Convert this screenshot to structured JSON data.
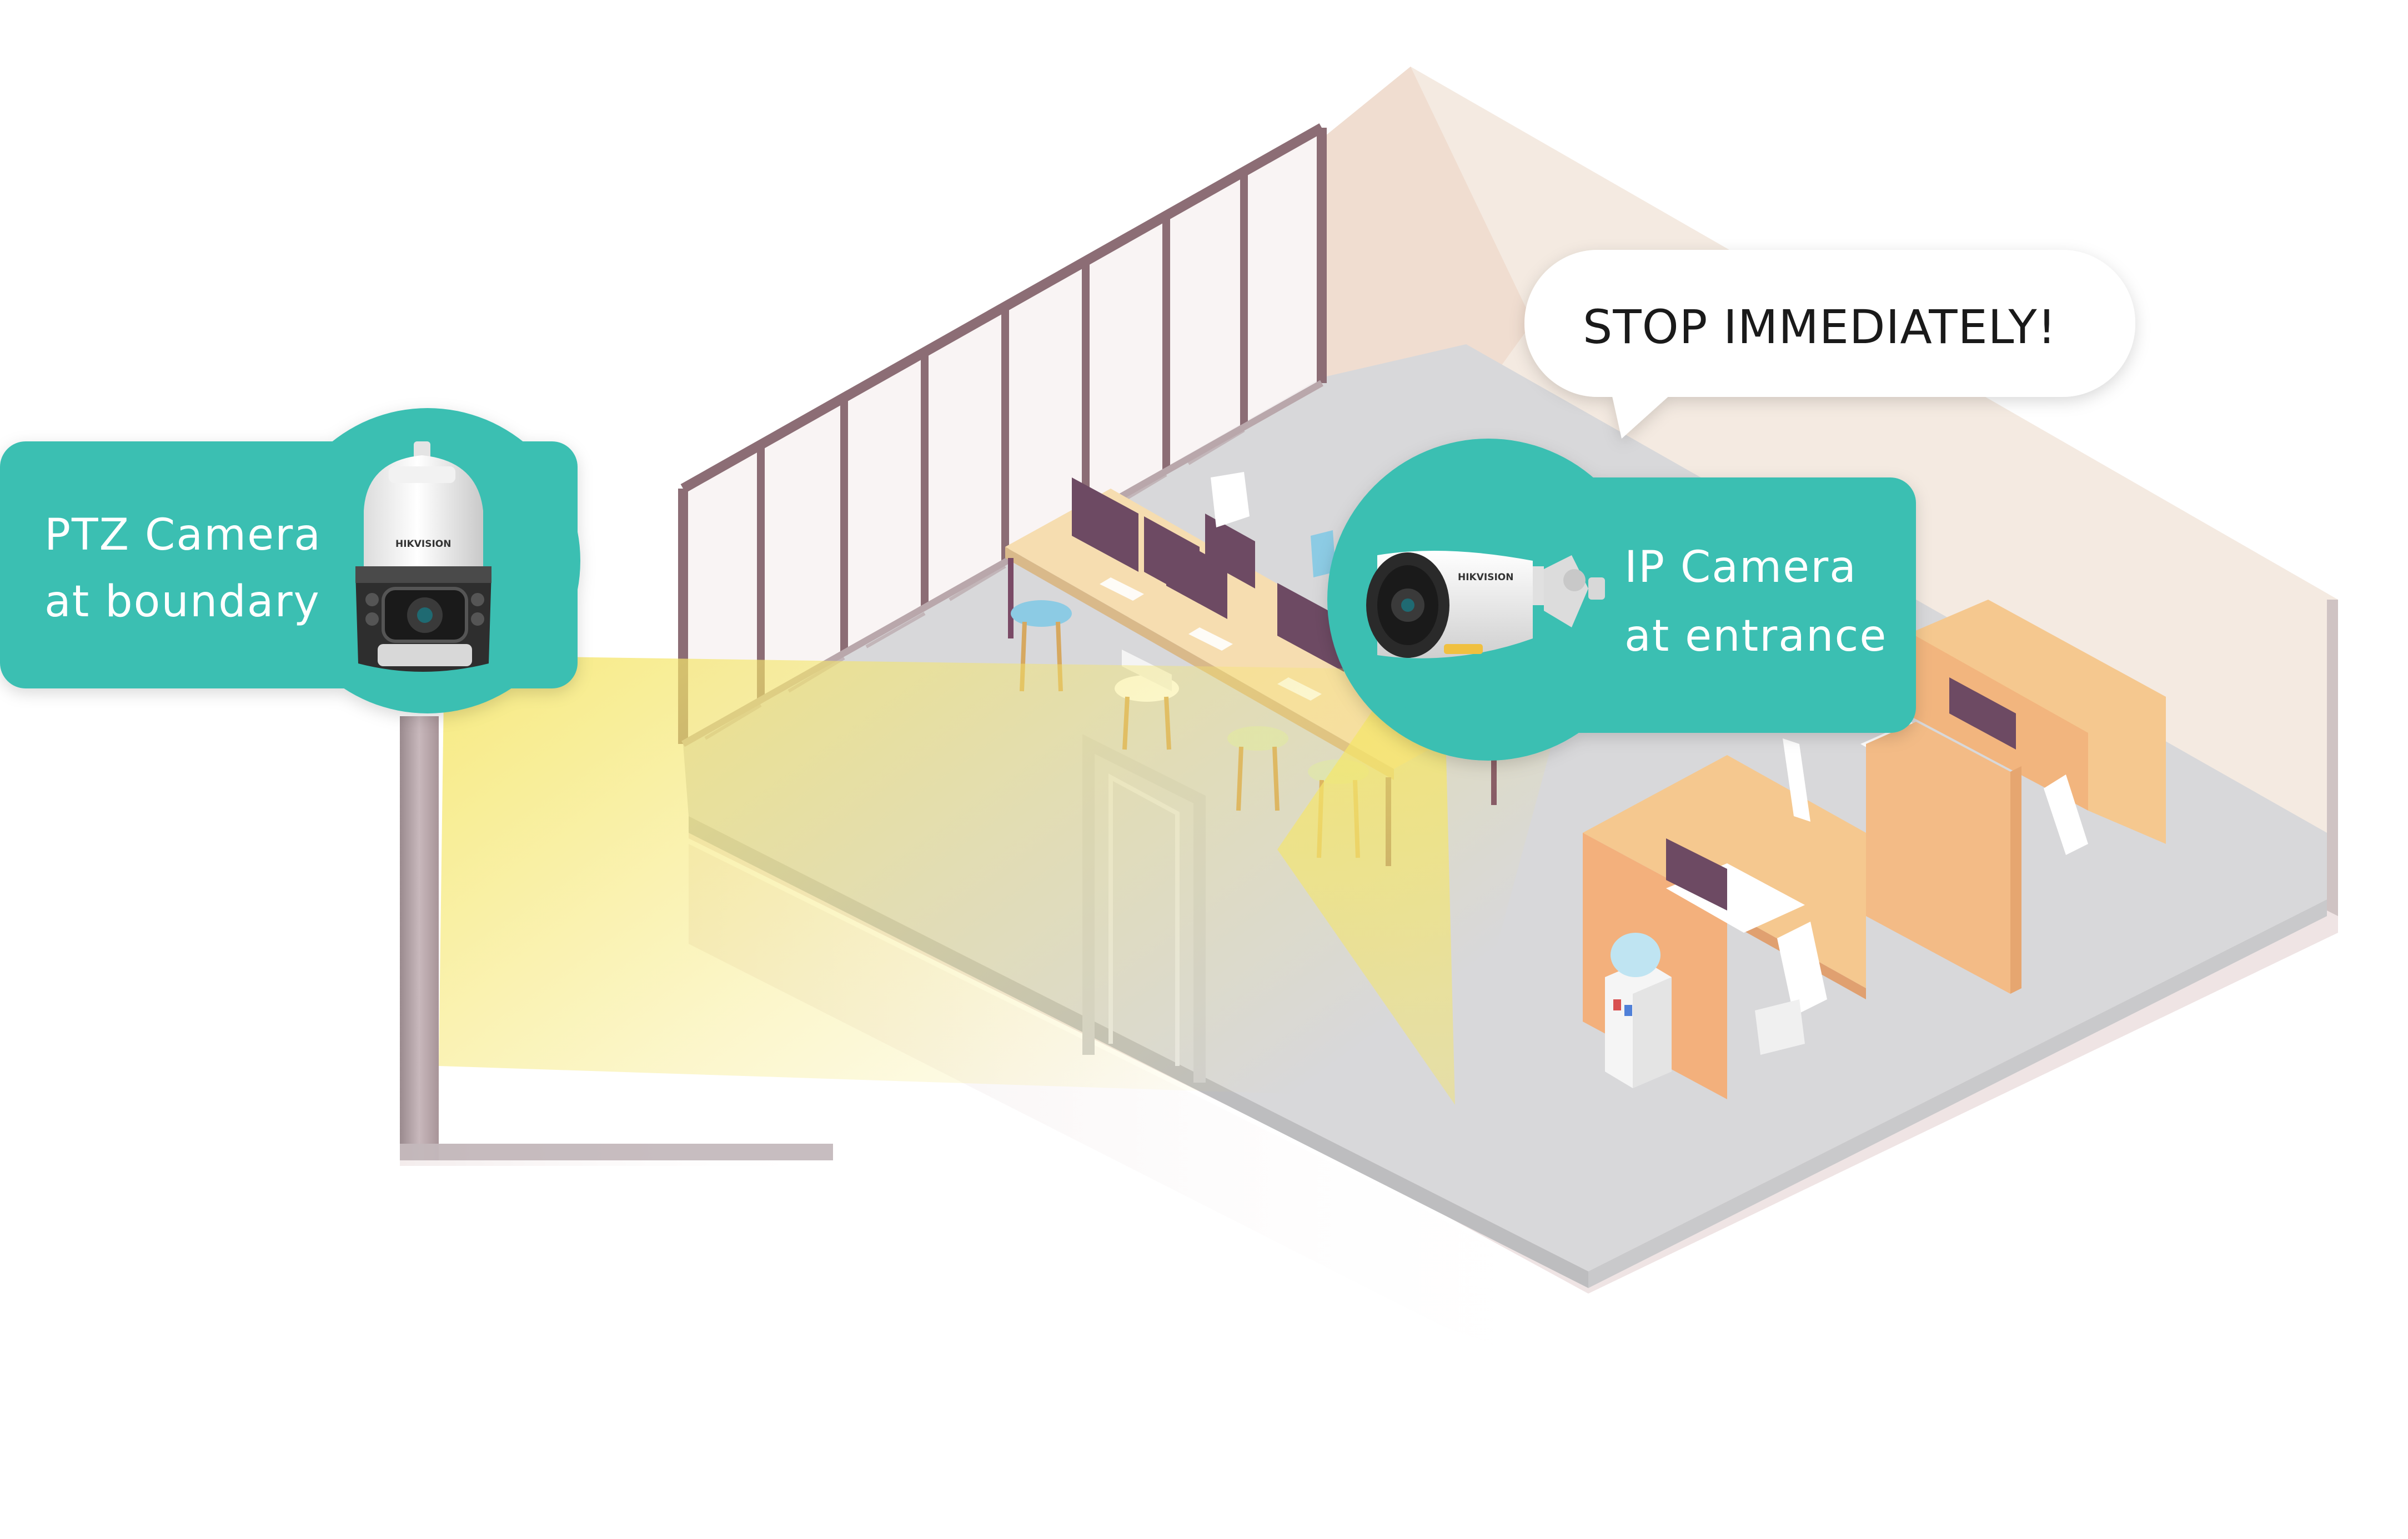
{
  "speech_bubble": {
    "text": "STOP IMMEDIATELY!"
  },
  "ptz_camera": {
    "title": "PTZ Camera",
    "subtitle": "at boundary",
    "brand": "HIKVISION"
  },
  "ip_camera": {
    "title": "IP Camera",
    "subtitle": "at entrance",
    "brand": "HIKVISION"
  },
  "colors": {
    "label_panel": "#3bbfb2",
    "floor": "#d6d6d8",
    "back_wall": "#f2e6db",
    "cubicle": "#f5c88f",
    "light_beam": "#f5e66a",
    "window_frame": "#8c6d75"
  }
}
